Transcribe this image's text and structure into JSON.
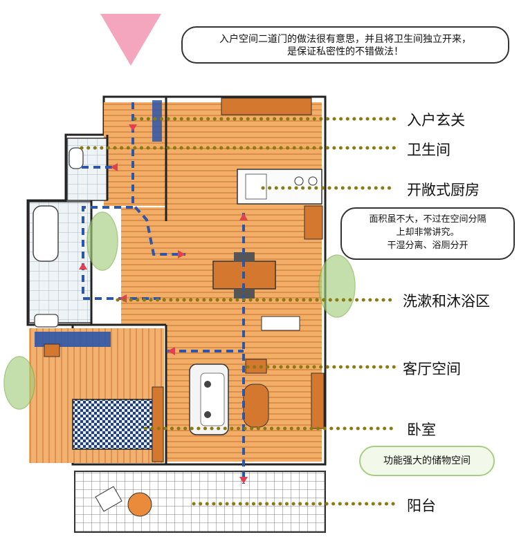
{
  "callouts": {
    "top": [
      "入户空间二道门的做法很有意思，并且将卫生间独立开来，",
      "是保证私密性的不错做法！"
    ],
    "middle": [
      "面积虽不大，不过在空间分隔",
      "上却非常讲究。",
      "干湿分离、浴厕分开"
    ],
    "storage": "功能强大的储物空间"
  },
  "labels": [
    {
      "id": "entry",
      "text": "入户玄关"
    },
    {
      "id": "bathroom",
      "text": "卫生间"
    },
    {
      "id": "kitchen",
      "text": "开敞式厨房"
    },
    {
      "id": "washing",
      "text": "洗漱和沐浴区"
    },
    {
      "id": "living",
      "text": "客厅空间"
    },
    {
      "id": "bedroom",
      "text": "卧室"
    },
    {
      "id": "balcony",
      "text": "阳台"
    }
  ],
  "colors": {
    "leader": "#8a7a12",
    "path": "#2d56a8",
    "arrow": "#e04050",
    "entry_marker": "#f4a6bf",
    "wood": "#f0a65e",
    "wood_dark": "#d5782f",
    "tile": "#dce6ee",
    "highlight": "#a6cf7f"
  }
}
